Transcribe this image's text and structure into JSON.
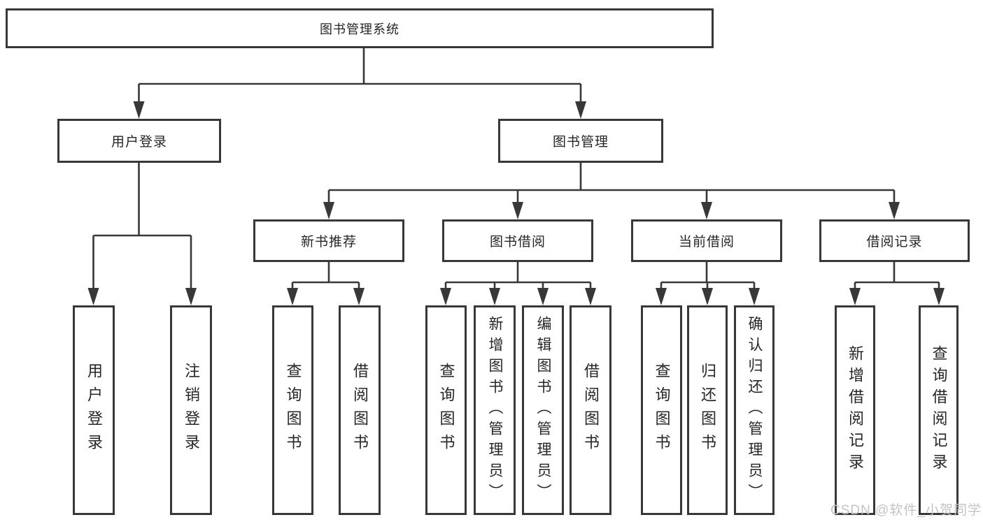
{
  "tree": {
    "root": {
      "label": "图书管理系统",
      "children": [
        {
          "label": "用户登录",
          "children": [
            {
              "label": "用户登录"
            },
            {
              "label": "注销登录"
            }
          ]
        },
        {
          "label": "图书管理",
          "children": [
            {
              "label": "新书推荐",
              "children": [
                {
                  "label": "查询图书"
                },
                {
                  "label": "借阅图书"
                }
              ]
            },
            {
              "label": "图书借阅",
              "children": [
                {
                  "label": "查询图书"
                },
                {
                  "label": "新增图书（管理员）"
                },
                {
                  "label": "编辑图书（管理员）"
                },
                {
                  "label": "借阅图书"
                }
              ]
            },
            {
              "label": "当前借阅",
              "children": [
                {
                  "label": "查询图书"
                },
                {
                  "label": "归还图书"
                },
                {
                  "label": "确认归还（管理员）"
                }
              ]
            },
            {
              "label": "借阅记录",
              "children": [
                {
                  "label": "新增借阅记录"
                },
                {
                  "label": "查询借阅记录"
                }
              ]
            }
          ]
        }
      ]
    }
  },
  "watermark": {
    "text": "CSDN @软件_小贺同学"
  },
  "colors": {
    "line": "#383838",
    "text": "#262626",
    "watermark": "#c3c3c3",
    "background": "#ffffff"
  }
}
